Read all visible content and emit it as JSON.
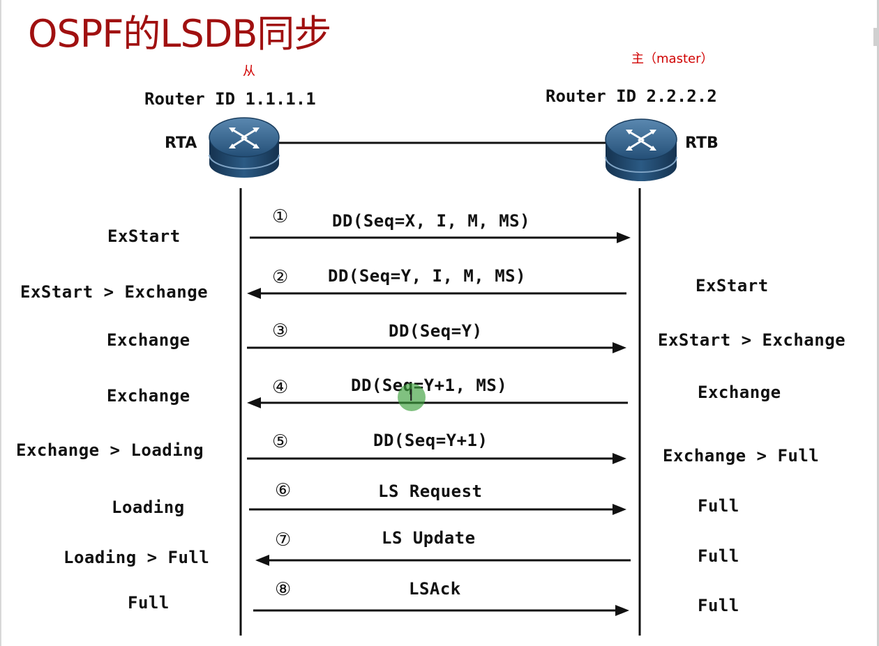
{
  "title": "OSPF的LSDB同步",
  "annotations": {
    "slave": "从",
    "master": "主（master）"
  },
  "routers": {
    "left": {
      "router_id": "Router ID 1.1.1.1",
      "name": "RTA",
      "icon": "router-icon"
    },
    "right": {
      "router_id": "Router ID 2.2.2.2",
      "name": "RTB",
      "icon": "router-icon"
    }
  },
  "steps": [
    {
      "num": "①",
      "message": "DD(Seq=X, I, M, MS)",
      "direction": "right",
      "left_state": "ExStart",
      "right_state": ""
    },
    {
      "num": "②",
      "message": "DD(Seq=Y, I, M, MS)",
      "direction": "left",
      "left_state": "ExStart > Exchange",
      "right_state": "ExStart"
    },
    {
      "num": "③",
      "message": "DD(Seq=Y)",
      "direction": "right",
      "left_state": "Exchange",
      "right_state": "ExStart > Exchange"
    },
    {
      "num": "④",
      "message": "DD(Seq=Y+1, MS)",
      "direction": "left",
      "left_state": "Exchange",
      "right_state": "Exchange"
    },
    {
      "num": "⑤",
      "message": "DD(Seq=Y+1)",
      "direction": "right",
      "left_state": "Exchange > Loading",
      "right_state": "Exchange > Full"
    },
    {
      "num": "⑥",
      "message": "LS Request",
      "direction": "right",
      "left_state": "Loading",
      "right_state": "Full"
    },
    {
      "num": "⑦",
      "message": "LS Update",
      "direction": "left",
      "left_state": "Loading > Full",
      "right_state": "Full"
    },
    {
      "num": "⑧",
      "message": "LSAck",
      "direction": "right",
      "left_state": "Full",
      "right_state": "Full"
    }
  ],
  "colors": {
    "title": "#a01010",
    "annotation": "#d00000",
    "router_body": "#1f4f78",
    "router_top": "#3d6f98"
  }
}
